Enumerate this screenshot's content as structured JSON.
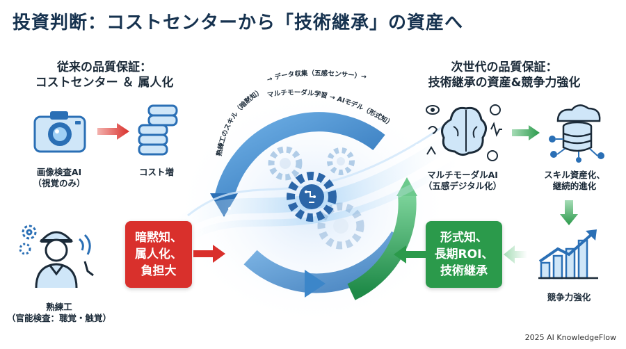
{
  "title": "投資判断：コストセンターから「技術継承」の資産へ",
  "left_heading": {
    "line1": "従来の品質保証：",
    "line2": "コストセンター ＆ 属人化"
  },
  "right_heading": {
    "line1": "次世代の品質保証：",
    "line2": "技術継承の資産&競争力強化"
  },
  "nodes": {
    "camera": {
      "line1": "画像検査AI",
      "line2": "（視覚のみ）"
    },
    "cost": {
      "line1": "コスト増"
    },
    "worker": {
      "line1": "熟練工",
      "line2": "（官能検査：聴覚・触覚）"
    },
    "multimodal": {
      "line1": "マルチモーダルAI",
      "line2": "（五感デジタル化）"
    },
    "skill_asset": {
      "line1": "スキル資産化、",
      "line2": "継続的進化"
    },
    "competitive": {
      "line1": "競争力強化"
    }
  },
  "red_box": {
    "line1": "暗黙知、",
    "line2": "属人化、",
    "line3": "負担大"
  },
  "green_box": {
    "line1": "形式知、",
    "line2": "長期ROI、",
    "line3": "技術継承"
  },
  "cycle_text": {
    "seg1": "熟練工のスキル（暗黙知）",
    "seg2": "→ データ収集（五感センサー）→",
    "seg3": "マルチモーダル学習 → AIモデル（形式知）"
  },
  "footer": "2025 AI KnowledgeFlow",
  "colors": {
    "red": "#d9302c",
    "green": "#2b9a4b",
    "blue": "#2f7fc4",
    "navy": "#16324f"
  }
}
